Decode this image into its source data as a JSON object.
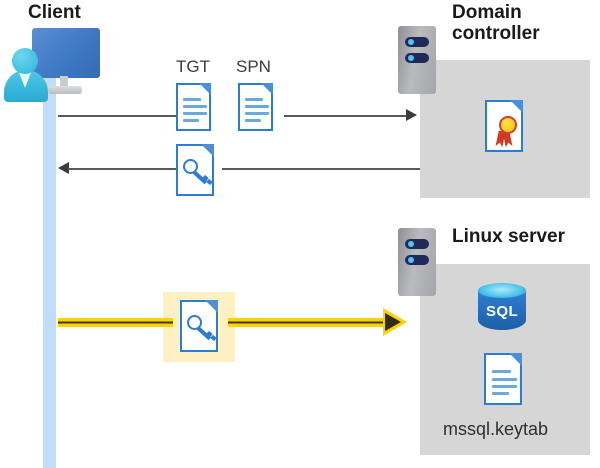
{
  "diagram": {
    "title_client": "Client",
    "title_domain_controller": "Domain\ncontroller",
    "title_domain_controller_line1": "Domain",
    "title_domain_controller_line2": "controller",
    "title_linux_server": "Linux server",
    "keytab_label": "mssql.keytab",
    "sql_label": "SQL",
    "tgt_label": "TGT",
    "spn_label": "SPN",
    "colors": {
      "lifeline": "#c2dcfb",
      "panel_gray": "#d6d6d6",
      "rack_dark": "#1f2a56",
      "doc_blue": "#2b7cd3",
      "arrow_gray": "#58595b",
      "highlight_yellow": "#fdf1c4",
      "arrow_yellow": "#ffd200",
      "cert_red": "#cf3a27",
      "cert_gold": "#f2c000",
      "sql_blue": "#1d5fa8",
      "text_dark": "#1a1a1a"
    },
    "icons": {
      "client_person": "person-icon",
      "client_monitor": "monitor-icon",
      "server_rack": "server-rack-icon",
      "certificate": "certificate-document-icon",
      "ticket_document": "text-document-icon",
      "key_document": "key-document-icon",
      "database": "sql-database-icon",
      "keytab_document": "text-document-icon"
    },
    "flows": [
      {
        "name": "request-ticket",
        "direction": "client-to-domain-controller",
        "style": "thin-gray-arrow",
        "payload": [
          "TGT",
          "SPN"
        ]
      },
      {
        "name": "receive-service-ticket",
        "direction": "domain-controller-to-client",
        "style": "thin-gray-arrow",
        "payload": [
          "key-document"
        ]
      },
      {
        "name": "present-service-ticket",
        "direction": "client-to-linux-server",
        "style": "thick-yellow-arrow",
        "payload": [
          "key-document"
        ],
        "highlighted": true
      }
    ]
  }
}
